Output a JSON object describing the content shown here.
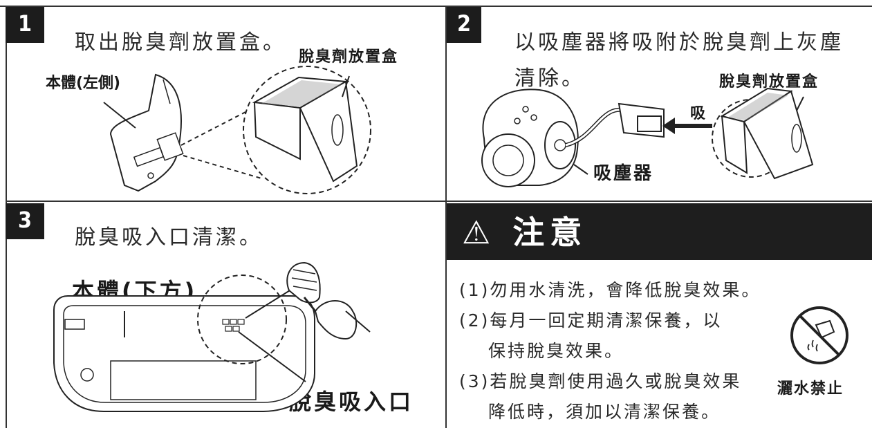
{
  "steps": [
    {
      "number": "1",
      "text": "取出脫臭劑放置盒。"
    },
    {
      "number": "2",
      "text_line1": "以吸塵器將吸附於脫臭劑上灰塵",
      "text_line2": "清除。"
    },
    {
      "number": "3",
      "text": "脫臭吸入口清潔。"
    }
  ],
  "labels": {
    "body_left": "本體(左側)",
    "deodorizer_box_1": "脫臭劑放置盒",
    "deodorizer_box_2": "脫臭劑放置盒",
    "suck": "吸",
    "vacuum": "吸塵器",
    "body_bottom": "本體(下方)",
    "deodor_inlet": "脫臭吸入口"
  },
  "caution": {
    "symbol": "⚠",
    "title": "注意",
    "items": [
      "(1)勿用水清洗，會降低脫臭效果。",
      "(2)每月一回定期清潔保養，以",
      "保持脫臭效果。",
      "(3)若脫臭劑使用過久或脫臭效果",
      "降低時，須加以清潔保養。"
    ],
    "no_water_label": "灑水禁止"
  }
}
